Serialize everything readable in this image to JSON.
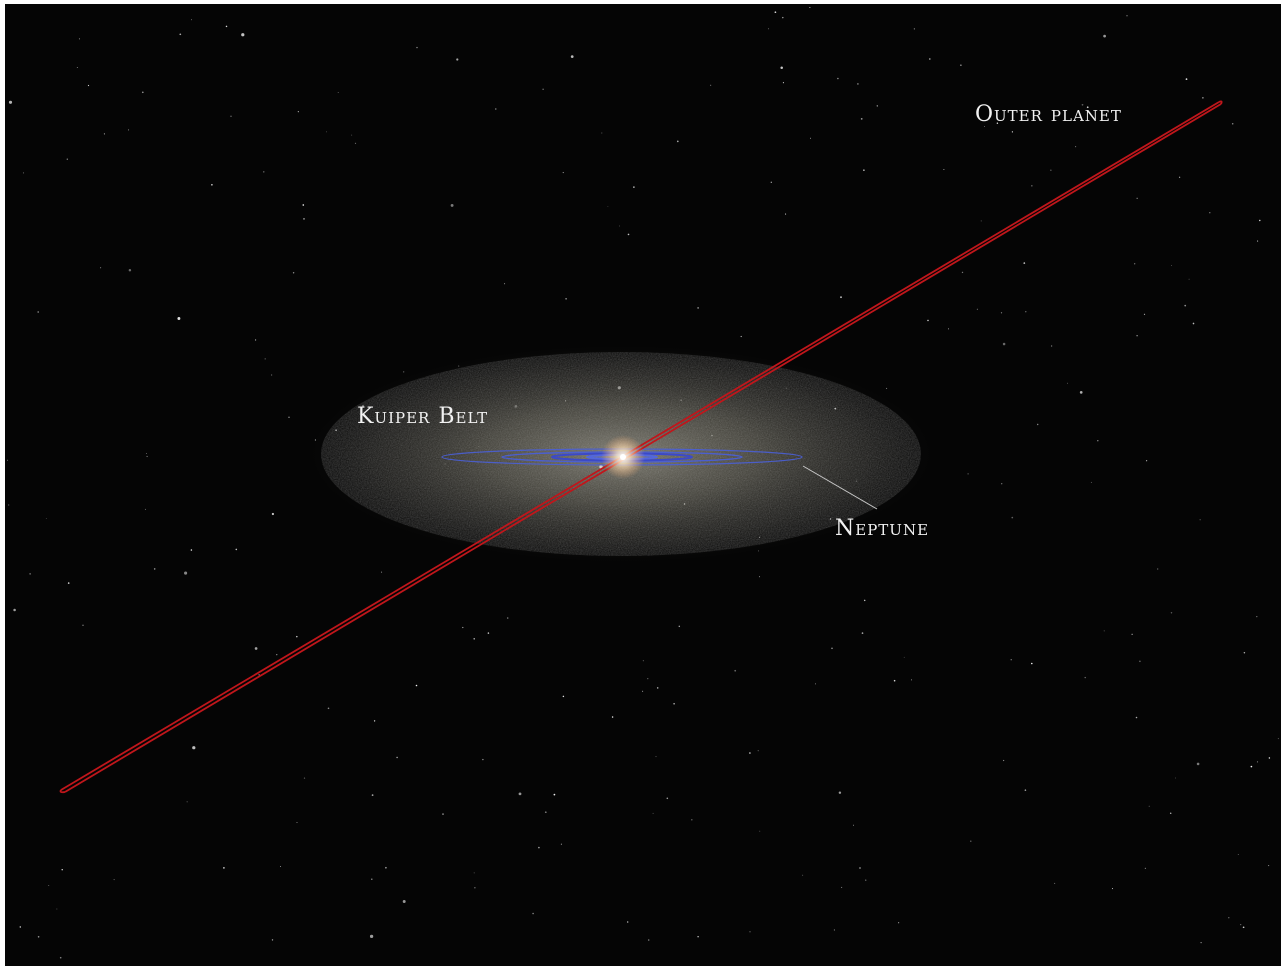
{
  "labels": {
    "outer_planet": "Outer planet",
    "kuiper_belt": "Kuiper Belt",
    "neptune": "Neptune"
  },
  "colors": {
    "background": "#050505",
    "outer_orbit": "#c0161b",
    "inner_orbits": "#4a5fd6",
    "label": "#f2f2f2",
    "kuiper_cloud": "#b9b6a3"
  },
  "icons": [
    "stars",
    "sun-glow",
    "kuiper-belt-cloud",
    "orbit-rings"
  ]
}
